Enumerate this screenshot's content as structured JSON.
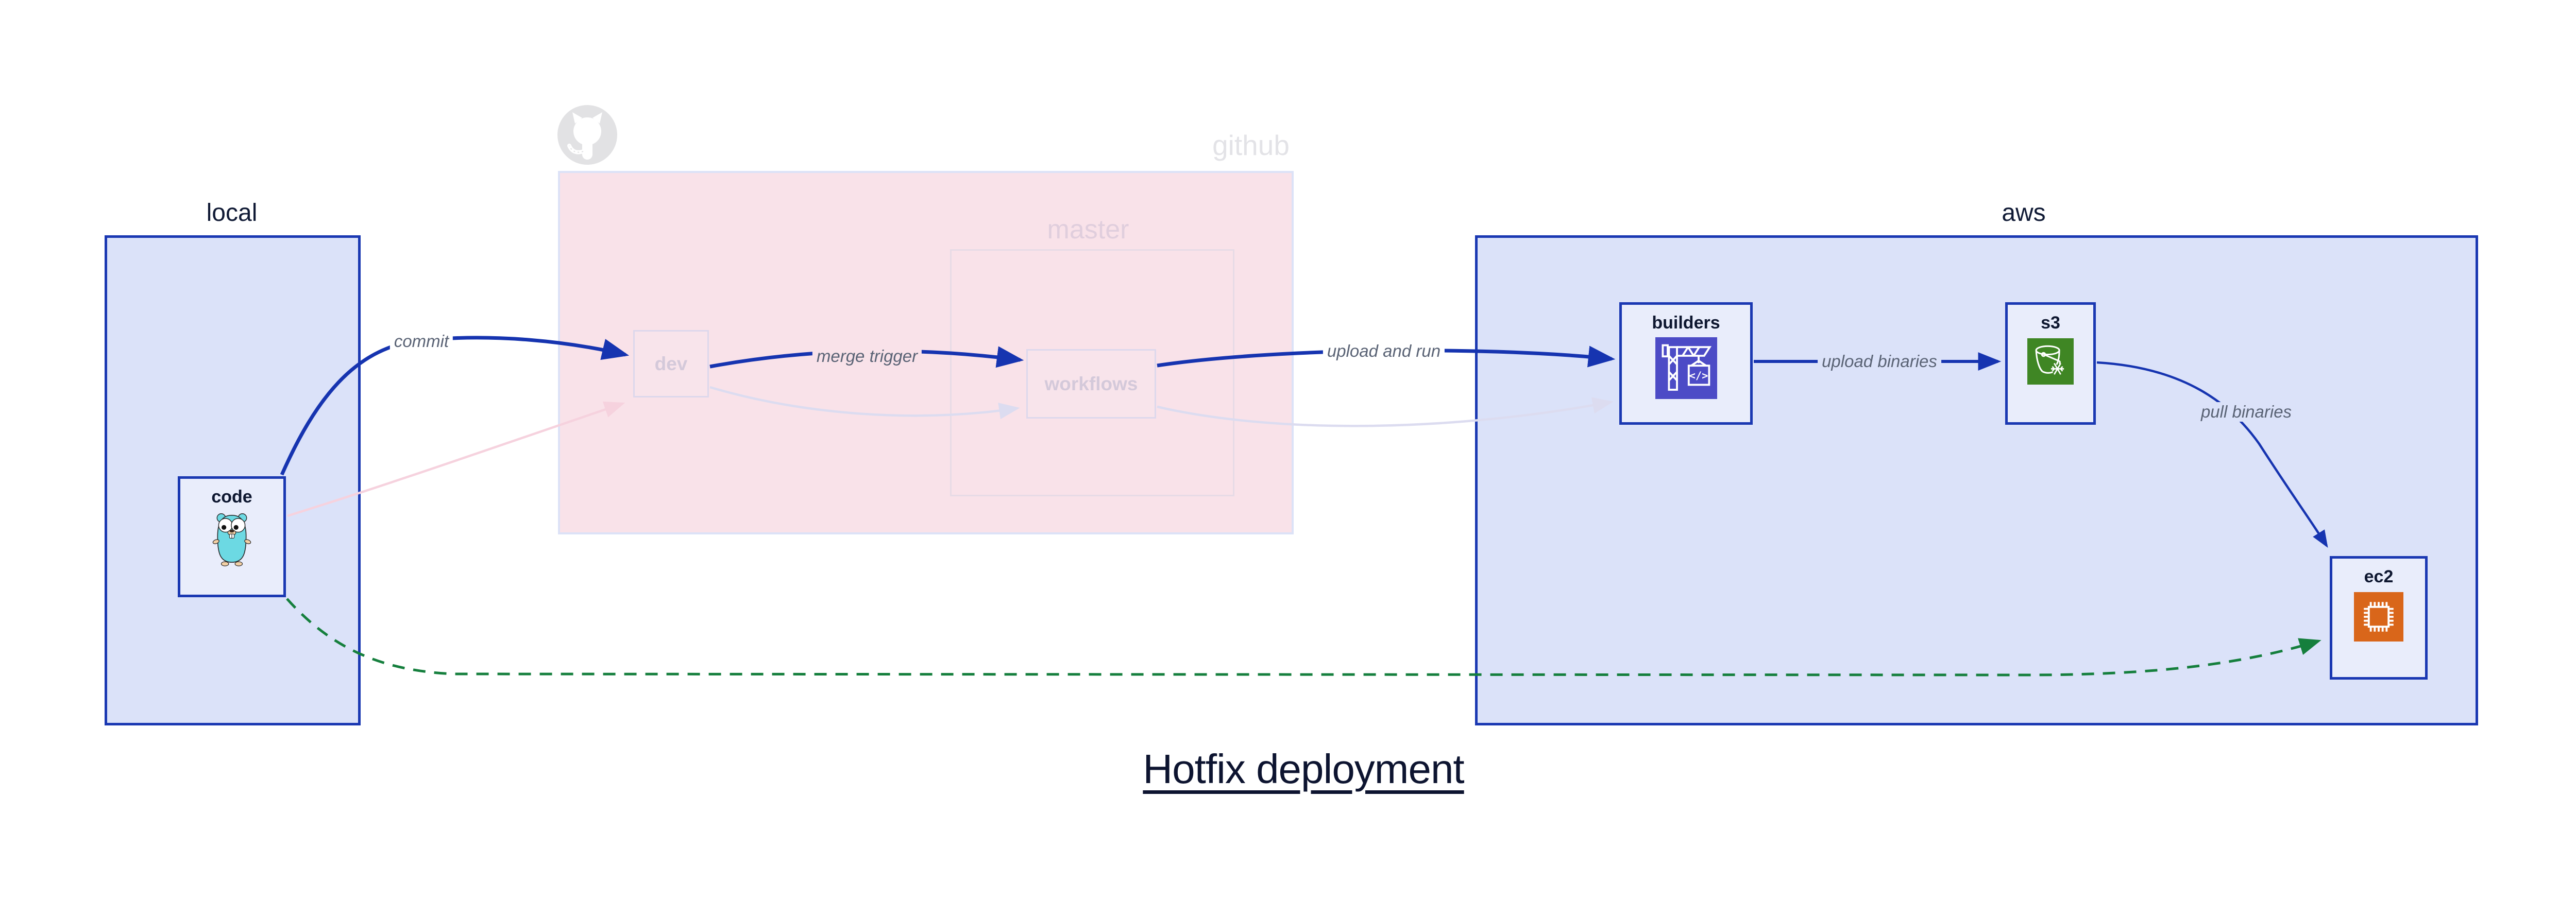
{
  "diagram": {
    "title": "Hotfix deployment",
    "groups": {
      "local": {
        "label": "local"
      },
      "github": {
        "label": "github"
      },
      "master": {
        "label": "master"
      },
      "aws": {
        "label": "aws"
      }
    },
    "nodes": {
      "code": {
        "label": "code",
        "icon": "go-gopher-icon"
      },
      "dev": {
        "label": "dev"
      },
      "workflows": {
        "label": "workflows"
      },
      "builders": {
        "label": "builders",
        "icon": "aws-codebuild-icon"
      },
      "s3": {
        "label": "s3",
        "icon": "aws-s3-glacier-icon"
      },
      "ec2": {
        "label": "ec2",
        "icon": "aws-ec2-icon"
      }
    },
    "edges": {
      "commit": {
        "label": "commit",
        "from": "code",
        "to": "dev",
        "style": "solid-blue"
      },
      "merge_trigger": {
        "label": "merge trigger",
        "from": "dev",
        "to": "workflows",
        "style": "solid-blue"
      },
      "upload_and_run": {
        "label": "upload and run",
        "from": "workflows",
        "to": "builders",
        "style": "solid-blue"
      },
      "upload_binaries": {
        "label": "upload binaries",
        "from": "builders",
        "to": "s3",
        "style": "solid-blue"
      },
      "pull_binaries": {
        "label": "pull binaries",
        "from": "s3",
        "to": "ec2",
        "style": "solid-blue"
      },
      "hotfix_path": {
        "label": "",
        "from": "code",
        "to": "ec2",
        "style": "dashed-green"
      },
      "ghost_commit": {
        "label": "",
        "from": "code",
        "to": "dev",
        "style": "ghost-pink"
      },
      "ghost_merge": {
        "label": "",
        "from": "dev",
        "to": "workflows",
        "style": "ghost-lavender"
      },
      "ghost_upload": {
        "label": "",
        "from": "workflows",
        "to": "builders",
        "style": "ghost-lavender"
      }
    },
    "colors": {
      "accent_blue": "#1634b0",
      "group_border_blue": "#1a38b2",
      "group_fill_blue": "#dbe2f9",
      "node_fill": "#e9edfb",
      "github_fill": "#f9e2e9",
      "github_border": "#dce2f7",
      "ghost_lavender": "#dcdcf0",
      "ghost_pink": "#f6d2de",
      "green_dashed": "#157f3d",
      "codebuild_purple": "#4c4bc6",
      "s3_green": "#3f8624",
      "ec2_orange": "#d9661a",
      "edge_label_gray": "#5a6375",
      "ghost_label": "#d4c9da",
      "title_color": "#0d1430"
    }
  }
}
